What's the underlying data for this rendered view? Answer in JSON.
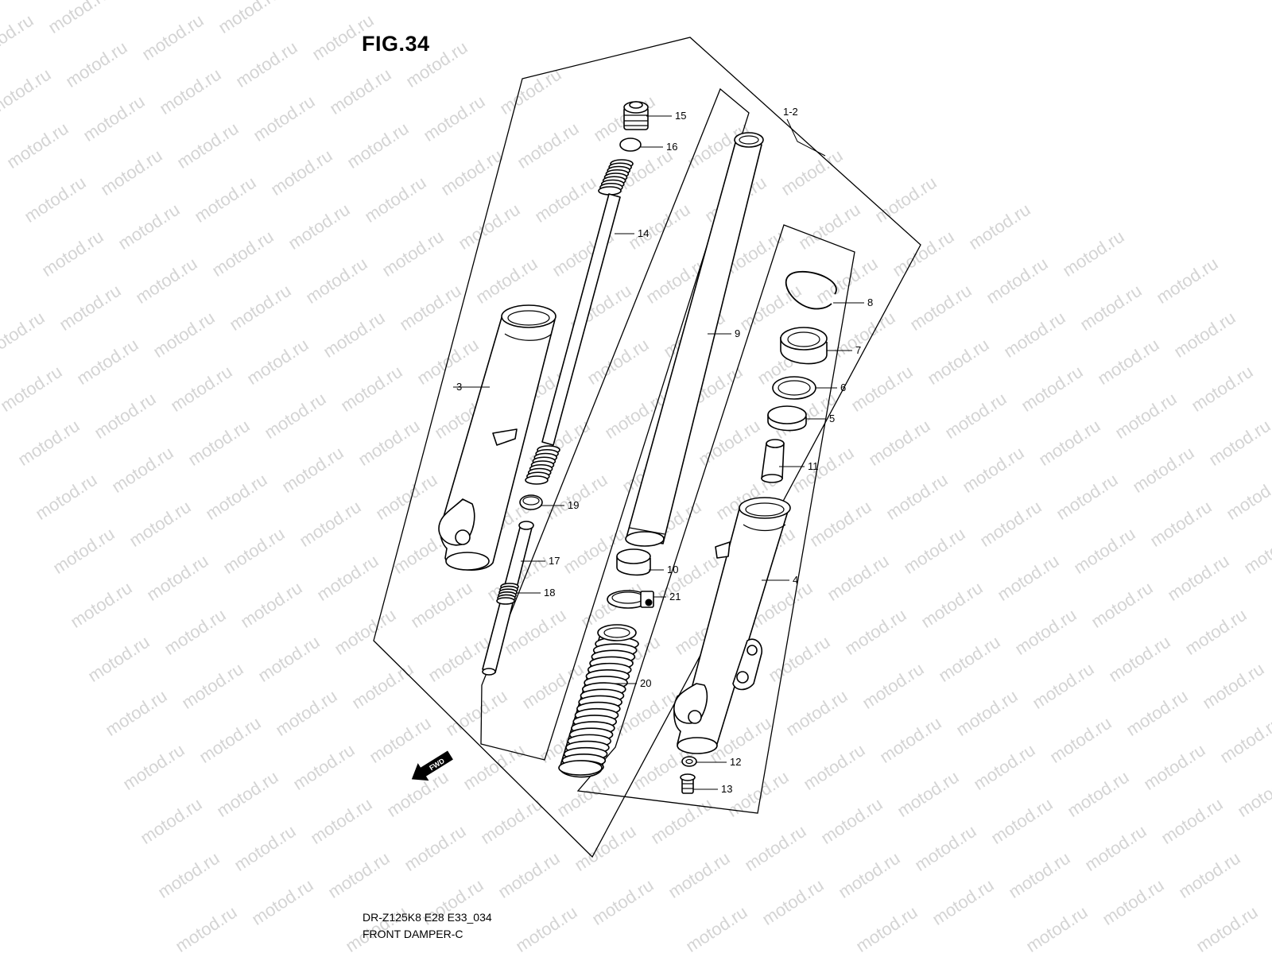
{
  "figure": {
    "title": "FIG.34",
    "model_code": "DR-Z125K8 E28 E33_034",
    "assembly_name": "FRONT DAMPER-C"
  },
  "watermark": {
    "text": "motod.ru",
    "color": "#d4d4d4"
  },
  "direction_badge": {
    "text": "FWD",
    "icon": "fwd-arrow-icon"
  },
  "assembly_label": "1-2",
  "part_labels": [
    "15",
    "16",
    "14",
    "3",
    "19",
    "17",
    "18",
    "9",
    "10",
    "21",
    "20",
    "8",
    "7",
    "6",
    "5",
    "11",
    "4",
    "12",
    "13"
  ]
}
